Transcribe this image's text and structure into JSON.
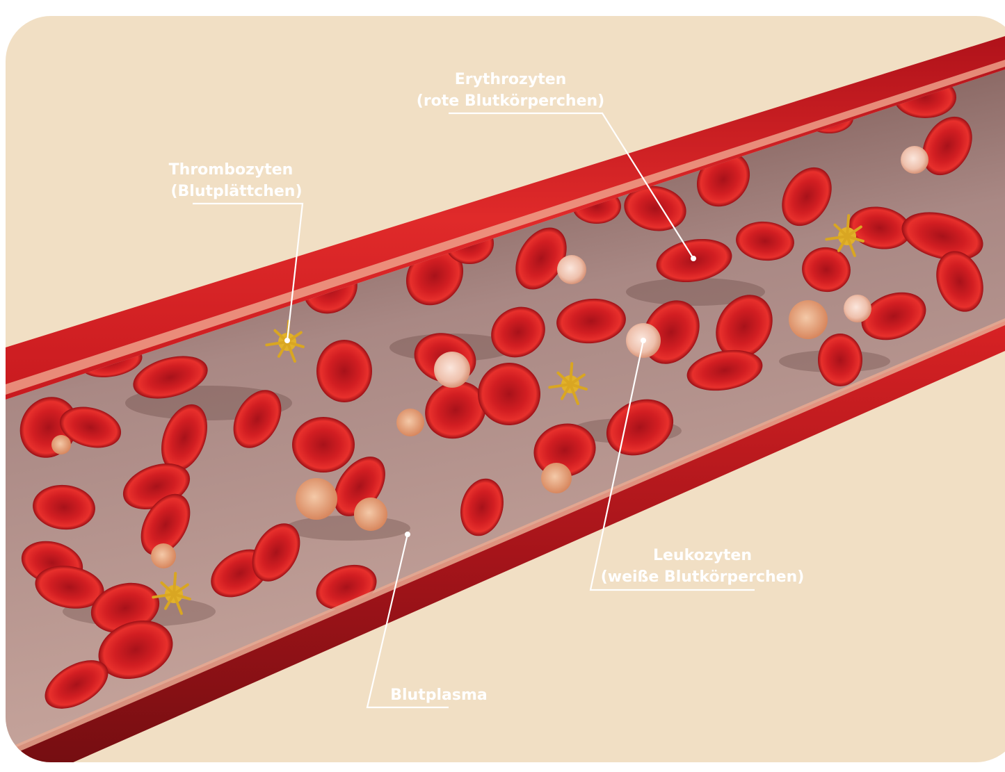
{
  "colors": {
    "background": "#F1DFC4",
    "vessel_wall": "#C8161D",
    "plasma": "#A88580",
    "erythrocyte": "#D01E22",
    "leukocyte": "#F3D2C4",
    "thrombocyte": "#E2B22A",
    "label": "#FFFFFF"
  },
  "labels": {
    "erythrocytes": {
      "line1": "Erythrozyten",
      "line2": "(rote Blutkörperchen)"
    },
    "thrombocytes": {
      "line1": "Thrombozyten",
      "line2": "(Blutplättchen)"
    },
    "leukocytes": {
      "line1": "Leukozyten",
      "line2": "(weiße Blutkörperchen)"
    },
    "plasma": {
      "line1": "Blutplasma"
    }
  }
}
